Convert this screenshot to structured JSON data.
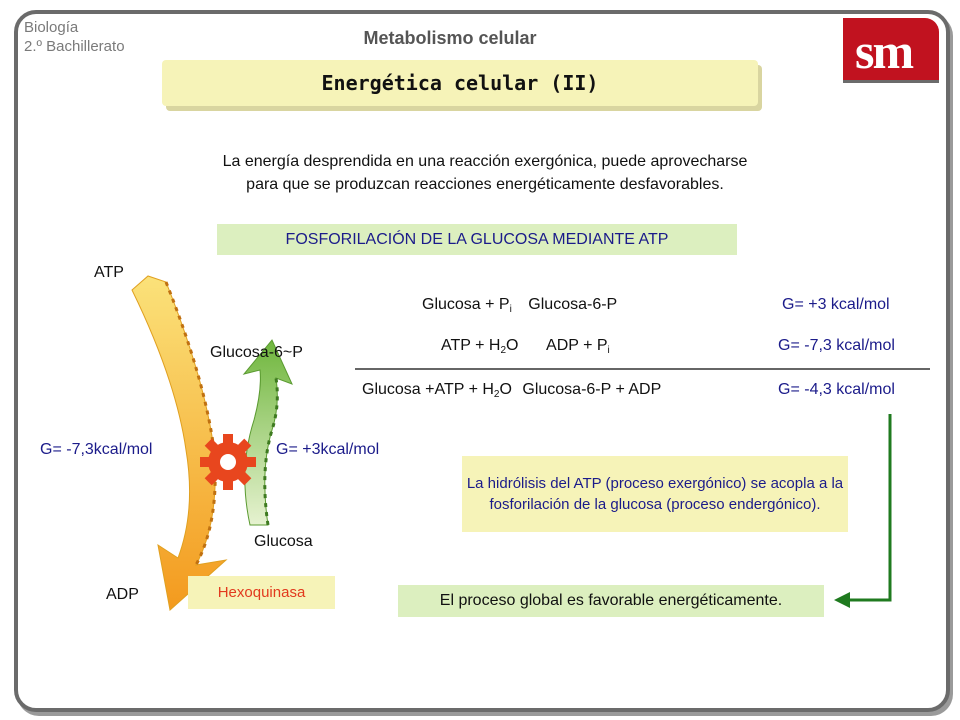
{
  "header": {
    "course_line1": "Biología",
    "course_line2": "2.º Bachillerato",
    "topic": "Metabolismo celular",
    "title": "Energética celular (II)",
    "logo": "sm"
  },
  "intro": {
    "line1": "La energía desprendida en una reacción exergónica, puede aprovecharse",
    "line2": "para que se produzcan reacciones energéticamente desfavorables."
  },
  "section_label": "FOSFORILACIÓN DE LA GLUCOSA MEDIANTE ATP",
  "diagram": {
    "atp": "ATP",
    "adp": "ADP",
    "glucosa_6p": "Glucosa-6~P",
    "glucosa": "Glucosa",
    "dg_left": "G= -7,3kcal/mol",
    "dg_right": "G= +3kcal/mol",
    "enzyme": "Hexoquinasa",
    "delta_symbol": "",
    "colors": {
      "atp_arrow": "#f5b82e",
      "glucose_arrow": "#7cc04a",
      "gear": "#e8461e"
    }
  },
  "reactions": [
    {
      "lhs": "Glucosa + P",
      "lhs_sub": "i",
      "rhs": " Glucosa-6-P",
      "dg": "G= +3 kcal/mol"
    },
    {
      "lhs": "ATP + H",
      "lhs_sub": "2",
      "lhs_tail": "O",
      "rhs": " ADP + P",
      "rhs_sub": "i",
      "dg": "G= -7,3 kcal/mol"
    },
    {
      "lhs": "Glucosa +ATP + H",
      "lhs_sub": "2",
      "lhs_tail": "O",
      "rhs": " Glucosa-6-P + ADP",
      "dg": "G= -4,3 kcal/mol"
    }
  ],
  "arrow_glyph": "",
  "note": "La hidrólisis del ATP (proceso exergónico) se acopla a la fosforilación de la glucosa (proceso endergónico).",
  "global_note": "El proceso global es favorable energéticamente."
}
